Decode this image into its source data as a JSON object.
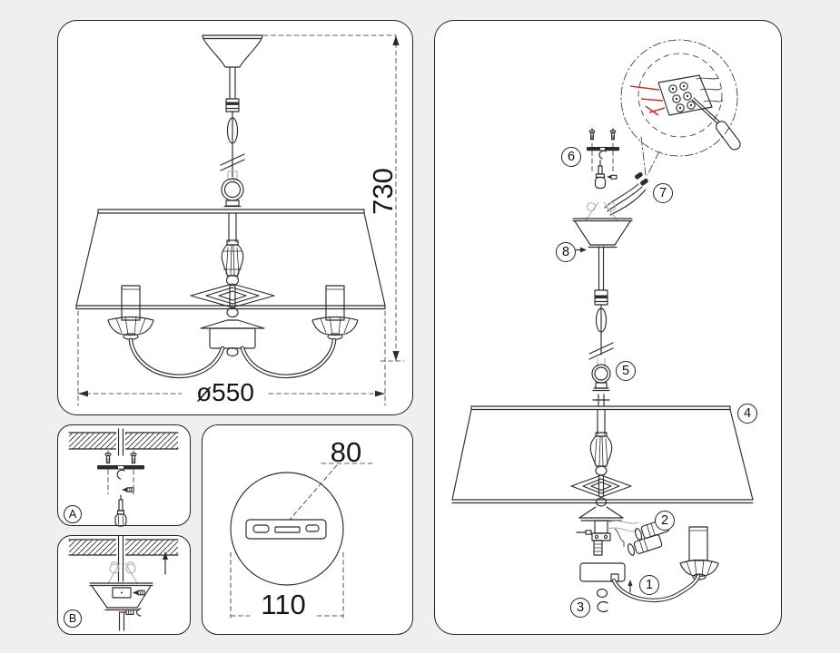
{
  "sheet": {
    "overview": {
      "height_dim": "730",
      "diameter_dim": "ø550"
    },
    "bracket_detail": {
      "slot_dim": "80",
      "plate_dim": "110"
    },
    "steps": {
      "a": "A",
      "b": "B"
    },
    "assembly": {
      "callouts": [
        "1",
        "2",
        "3",
        "4",
        "5",
        "6",
        "7",
        "8"
      ]
    },
    "colors": {
      "background": "#efefef",
      "panel_fill": "#ffffff",
      "line": "#2b2b2b",
      "light_line": "#b0b0b0",
      "accent_red": "#d32f2f"
    }
  }
}
